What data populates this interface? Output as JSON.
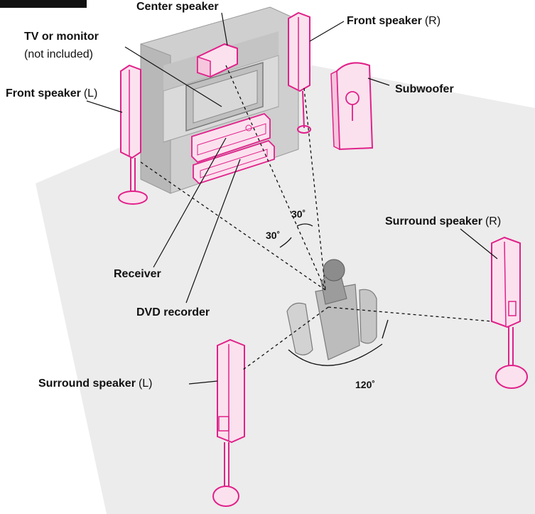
{
  "labels": {
    "center_speaker": "Center speaker",
    "front_right_bold": "Front speaker",
    "front_right_suffix": "(R)",
    "tv_bold": "TV or monitor",
    "tv_note": "(not included)",
    "front_left_bold": "Front speaker",
    "front_left_suffix": "(L)",
    "subwoofer": "Subwoofer",
    "surround_right_bold": "Surround speaker",
    "surround_right_suffix": "(R)",
    "receiver": "Receiver",
    "dvd_recorder": "DVD recorder",
    "surround_left_bold": "Surround speaker",
    "surround_left_suffix": "(L)"
  },
  "angles": {
    "front_right": "30˚",
    "front_left": "30˚",
    "surround": "120˚"
  },
  "colors": {
    "accent": "#e0218a",
    "speaker_fill": "#fbe1ee",
    "floor": "#ececec",
    "cabinet": "#d3d3d3",
    "cabinet_dark": "#b8b8b8",
    "line": "#111111"
  }
}
